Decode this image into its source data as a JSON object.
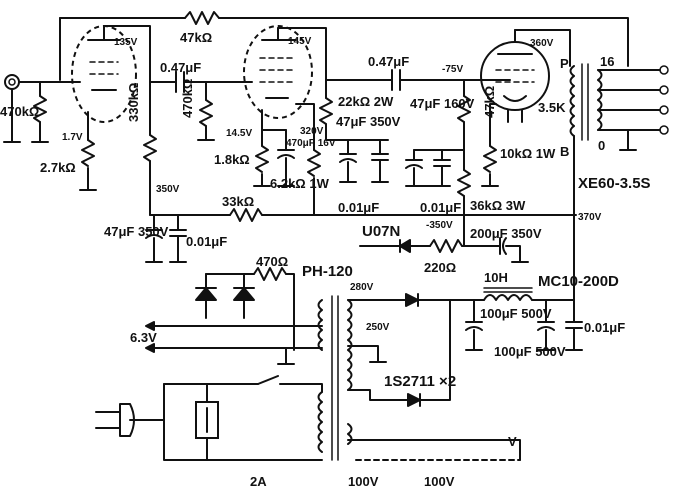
{
  "labels": {
    "r_feedback": "47kΩ",
    "v_tube1_plate": "135V",
    "v_tube2_plate": "145V",
    "v_tube3_plate": "360V",
    "r_input": "470kΩ",
    "v_tube1_cath": "1.7V",
    "r_cath1": "2.7kΩ",
    "c_coupling1": "0.47μF",
    "r_grid2": "470kΩ",
    "r_plate1": "330kΩ",
    "v_tube2_cath": "14.5V",
    "r_cath2": "1.8kΩ",
    "c_cath2": "470μF 16V",
    "v_screen": "320V",
    "r_plate2": "22kΩ 2W",
    "c_plate2": "47μF 350V",
    "c_coupling2": "0.47μF",
    "v_bias": "-75V",
    "c_bias": "47μF 160V",
    "r_grid3": "47kΩ",
    "r_cath3": "10kΩ 1W",
    "r_screen": "6.2kΩ 1W",
    "c_screen": "0.01μF",
    "c_screen2": "0.01μF",
    "r_drop": "36kΩ 3W",
    "v_b350": "350V",
    "v_b370": "370V",
    "r_b33": "33kΩ",
    "c_b1": "47μF 350V",
    "c_b2": "0.01μF",
    "diode_bias": "U07N",
    "v_neg350": "-350V",
    "r_bias": "220Ω",
    "c_bias2": "200μF 350V",
    "ot_name": "XE60-3.5S",
    "ot_p": "P",
    "ot_b": "B",
    "ot_16": "16",
    "ot_0": "0",
    "ot_35k": "3.5K",
    "pt_name": "PH-120",
    "r_heater": "470Ω",
    "v_heater": "6.3V",
    "v_280": "280V",
    "v_250": "250V",
    "choke_name": "MC10-200D",
    "choke_10h": "10H",
    "c_f1": "100μF 500V",
    "c_f2": "100μF 500V",
    "c_f3": "0.01μF",
    "diodes": "1S2711 ×2",
    "fuse": "2A",
    "bottom1": "100V",
    "bottom2": "100V",
    "bottom3": "V"
  }
}
